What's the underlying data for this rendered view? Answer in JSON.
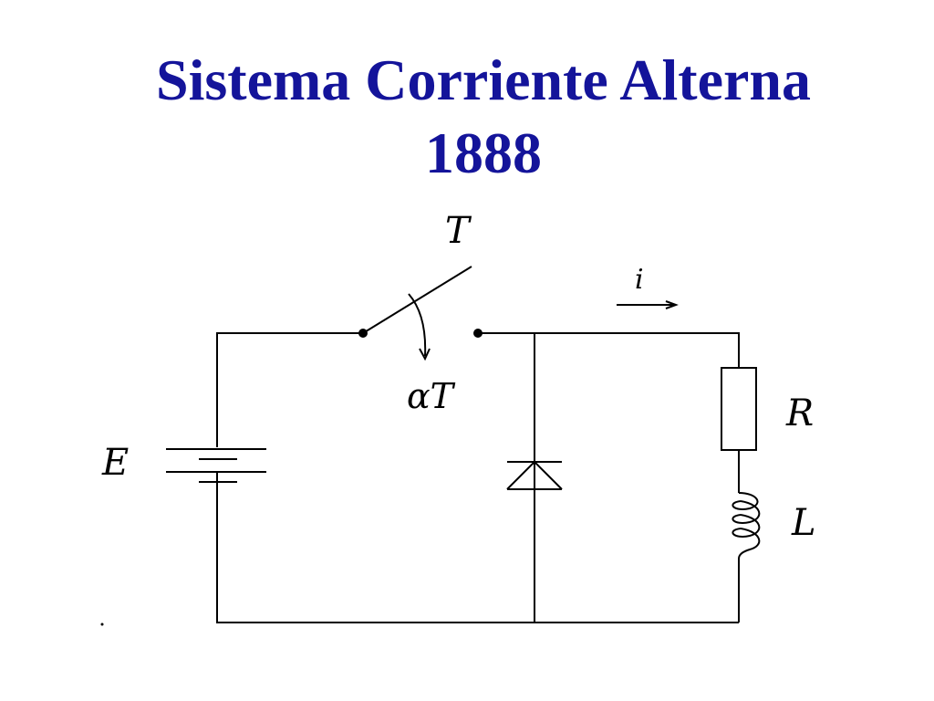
{
  "slide": {
    "title_line1": "Sistema Corriente Alterna",
    "title_line2": "1888"
  },
  "circuit": {
    "switch_label": "T",
    "switch_time_label": "αT",
    "current_label": "i",
    "source_label": "E",
    "resistor_label": "R",
    "inductor_label": "L"
  }
}
